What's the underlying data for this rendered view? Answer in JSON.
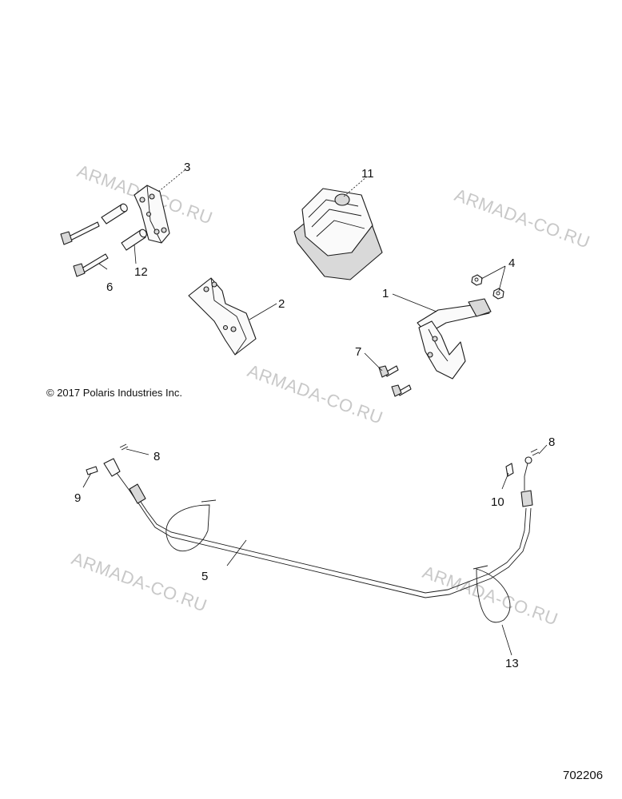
{
  "watermark_text": "ARMADA-CO.RU",
  "copyright": "© 2017  Polaris Industries Inc.",
  "diagram_id": "702206",
  "callouts": {
    "c1": "1",
    "c2": "2",
    "c3": "3",
    "c4": "4",
    "c5": "5",
    "c6": "6",
    "c7": "7",
    "c8a": "8",
    "c8b": "8",
    "c9": "9",
    "c10": "10",
    "c11": "11",
    "c12": "12",
    "c13": "13"
  }
}
